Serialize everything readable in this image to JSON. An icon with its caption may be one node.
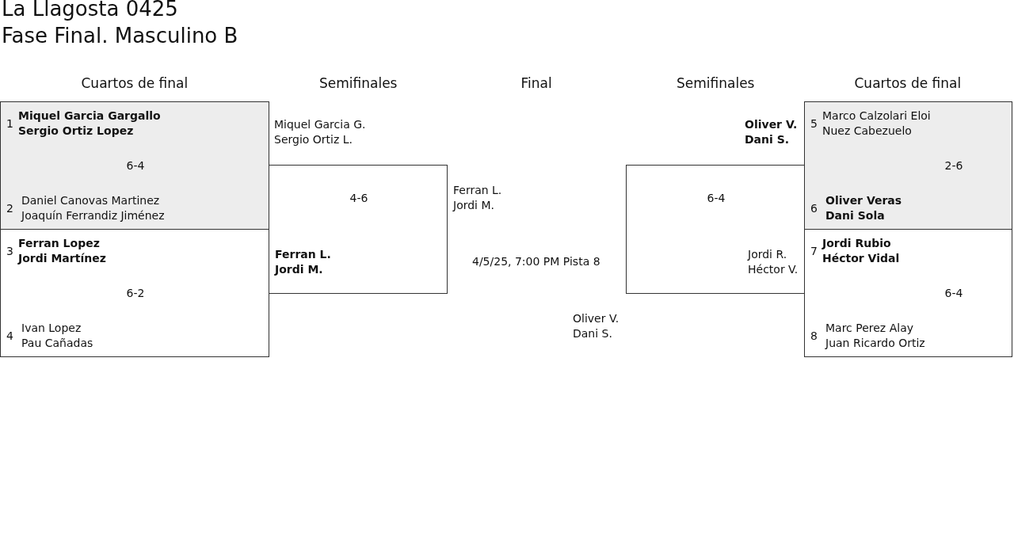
{
  "diagram": {
    "title": "La Llagosta 0425",
    "nodes": [
      {
        "text": [
          "1",
          "Miquel Garcia Gargallo Sergio Ortiz Lopez",
          "6-4",
          "2",
          "Daniel Canovas Martinez Joaquín Ferrandiz Jiménez"
        ]
      },
      {
        "text": [
          "3",
          "Ferran Lopez Jordi Martínez",
          "6-2",
          "4",
          "Ivan Lopez Pau Cañadas"
        ]
      },
      {
        "text": [
          "4-6",
          "Ferran L. Jordi M."
        ]
      },
      {
        "text": [
          "6-4",
          "Jordi R. Héctor V."
        ]
      },
      {
        "text": [
          "5",
          "Marco Calzolari Eloi Nuez Cabezuelo",
          "2-6",
          "6",
          "Oliver Veras Dani Sola"
        ]
      },
      {
        "text": [
          "7",
          "Jordi Rubio Héctor Vidal",
          "6-4",
          "8",
          "Marc Perez Alay Juan Ricardo Ortiz"
        ]
      }
    ],
    "labels": [
      "Fase Final. Masculino B",
      "Cuartos de final",
      "Semifinales",
      "Final",
      "Semifinales",
      "Cuartos de final",
      "Miquel Garcia G. Sergio Ortiz L.",
      "Oliver V. Dani S.",
      "Ferran L. Jordi M.",
      "4/5/25, 7:00 PM Pista 8",
      "Oliver V. Dani S."
    ]
  }
}
